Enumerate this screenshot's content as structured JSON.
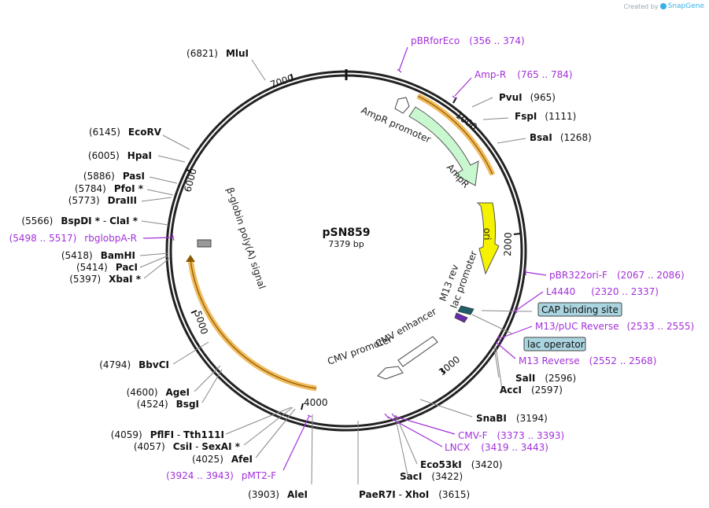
{
  "credit": {
    "created_by": "Created by",
    "brand": "SnapGene"
  },
  "plasmid": {
    "name": "pSN859",
    "size": "7379 bp"
  },
  "ticks": [
    "1000",
    "2000",
    "3000",
    "4000",
    "5000",
    "6000",
    "7000"
  ],
  "features": {
    "ampr_promoter": "AmpR promoter",
    "ampr": "AmpR",
    "ori": "ori",
    "m13rev": "M13 rev",
    "lac_promoter": "lac promoter",
    "cmv_enhancer": "CMV enhancer",
    "cmv_promoter": "CMV promoter",
    "beta_globin": "β-globin poly(A) signal"
  },
  "boxes": {
    "cap": "CAP binding site",
    "lacop": "lac operator"
  },
  "sites_right": [
    {
      "name": "PvuI",
      "pos": "(965)"
    },
    {
      "name": "FspI",
      "pos": "(1111)"
    },
    {
      "name": "BsaI",
      "pos": "(1268)"
    },
    {
      "name": "SalI",
      "pos": "(2596)"
    },
    {
      "name": "AccI",
      "pos": "(2597)"
    },
    {
      "name": "SnaBI",
      "pos": "(3194)"
    },
    {
      "name": "Eco53kI",
      "pos": "(3420)"
    },
    {
      "name": "SacI",
      "pos": "(3422)"
    },
    {
      "name": "PaeR7I",
      "sep": " - ",
      "name2": "XhoI",
      "pos": "(3615)"
    }
  ],
  "sites_left": [
    {
      "pos": "(6821)",
      "name": "MluI"
    },
    {
      "pos": "(6145)",
      "name": "EcoRV"
    },
    {
      "pos": "(6005)",
      "name": "HpaI"
    },
    {
      "pos": "(5886)",
      "name": "PasI"
    },
    {
      "pos": "(5784)",
      "name": "PfoI *"
    },
    {
      "pos": "(5773)",
      "name": "DraIII"
    },
    {
      "pos": "(5566)",
      "name": "BspDI *",
      "sep": " - ",
      "name2": "ClaI *"
    },
    {
      "pos": "(5418)",
      "name": "BamHI"
    },
    {
      "pos": "(5414)",
      "name": "PacI"
    },
    {
      "pos": "(5397)",
      "name": "XbaI *"
    },
    {
      "pos": "(4794)",
      "name": "BbvCI"
    },
    {
      "pos": "(4600)",
      "name": "AgeI"
    },
    {
      "pos": "(4524)",
      "name": "BsgI"
    },
    {
      "pos": "(4059)",
      "name": "PflFI",
      "sep": " - ",
      "name2": "Tth111I"
    },
    {
      "pos": "(4057)",
      "name": "CsiI",
      "sep": " - ",
      "name2": "SexAI *"
    },
    {
      "pos": "(4025)",
      "name": "AfeI"
    },
    {
      "pos": "(3903)",
      "name": "AleI"
    }
  ],
  "primers": [
    {
      "name": "pBRforEco",
      "range": "(356 .. 374)"
    },
    {
      "name": "Amp-R",
      "range": "(765 .. 784)"
    },
    {
      "name": "pBR322ori-F",
      "range": "(2067 .. 2086)"
    },
    {
      "name": "L4440",
      "range": "(2320 .. 2337)"
    },
    {
      "name": "M13/pUC Reverse",
      "range": "(2533 .. 2555)"
    },
    {
      "name": "M13 Reverse",
      "range": "(2552 .. 2568)"
    },
    {
      "name": "CMV-F",
      "range": "(3373 .. 3393)"
    },
    {
      "name": "LNCX",
      "range": "(3419 .. 3443)"
    },
    {
      "name": "pMT2-F",
      "range": "(3924 .. 3943)"
    },
    {
      "name": "rbglobpA-R",
      "range": "(5498 .. 5517)"
    }
  ],
  "colors": {
    "primer": "#a230d8",
    "ori": "#f5f200",
    "ampr": "#c9f7cf",
    "highlight": "#f0b24a",
    "box": "#a9d4e0"
  }
}
